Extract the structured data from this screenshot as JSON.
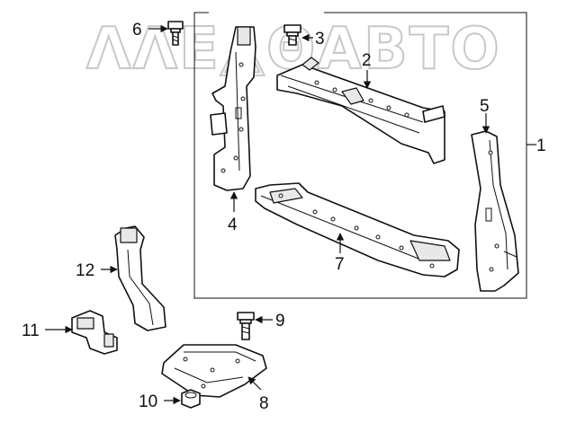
{
  "watermark": {
    "text": "ΛΛΕ△ΘΑΒΤΟ"
  },
  "callouts": {
    "c1": "1",
    "c2": "2",
    "c3": "3",
    "c4": "4",
    "c5": "5",
    "c6": "6",
    "c7": "7",
    "c8": "8",
    "c9": "9",
    "c10": "10",
    "c11": "11",
    "c12": "12"
  },
  "icons": {
    "arrow": "arrowhead-icon",
    "bolt": "bolt-icon",
    "nut": "nut-icon",
    "sensor": "sensor-icon"
  }
}
